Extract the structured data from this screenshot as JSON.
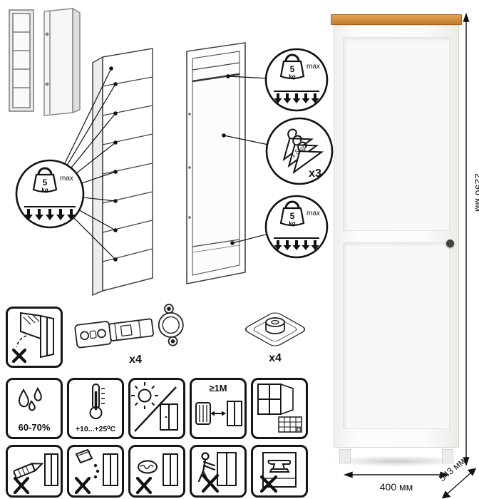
{
  "load_badges": {
    "shelf": {
      "value": "5",
      "unit": "kg",
      "max": "max"
    },
    "wardrobe_top": {
      "value": "5",
      "unit": "kg",
      "max": "max"
    },
    "wardrobe_bottom": {
      "value": "5",
      "unit": "kg",
      "max": "max"
    }
  },
  "hanger_badge": {
    "weight": "1.5kg",
    "count": "x3"
  },
  "dimensions": {
    "height": "2296 мм",
    "width": "400 мм",
    "depth": "543 мм"
  },
  "hardware": {
    "hinge_count": "x4",
    "foot_count": "x4"
  },
  "care": {
    "humidity": "60-70%",
    "temperature": "+10...+25⁰C",
    "min_distance": "≥1М",
    "ventilation_number": "21"
  }
}
